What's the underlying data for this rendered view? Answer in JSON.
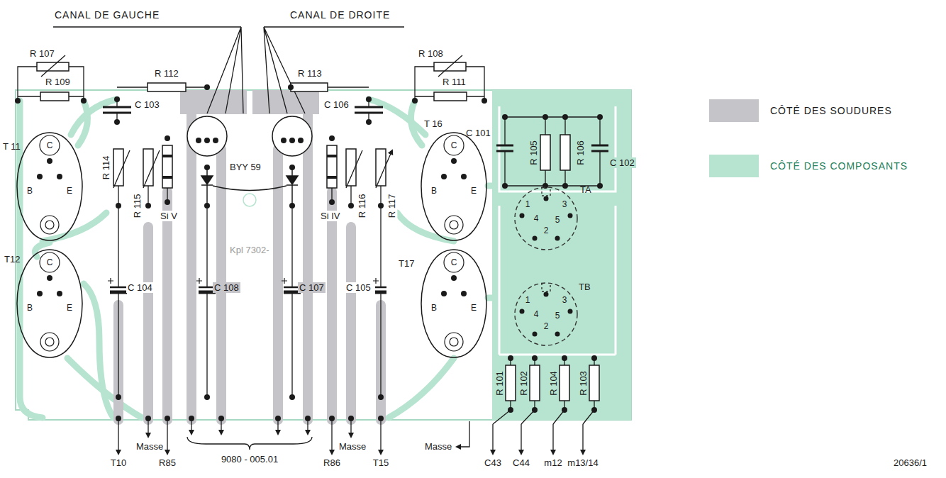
{
  "diagram": {
    "nodes": [
      {
        "text": [
          "T 11",
          "C",
          "B",
          "E"
        ]
      },
      {
        "text": [
          "T12",
          "C",
          "B",
          "E"
        ]
      },
      {
        "text": [
          "T 16",
          "C",
          "B",
          "E"
        ]
      },
      {
        "text": [
          "T17",
          "C",
          "B",
          "E"
        ]
      },
      {
        "text": [
          "TA",
          "1",
          "3",
          "4",
          "5",
          "2"
        ]
      },
      {
        "text": [
          "TB",
          "1",
          "3",
          "4",
          "5",
          "2"
        ]
      }
    ],
    "labels": [
      "CANAL DE GAUCHE",
      "CANAL DE DROITE",
      "R 107",
      "R 109",
      "R 112",
      "C 103",
      "R 113",
      "C 106",
      "R 108",
      "R 111",
      "C 101",
      "R 105",
      "R 106",
      "C 102",
      "R 114",
      "R 115",
      "Si V",
      "BYY 59",
      "Si IV",
      "R 116",
      "R 117",
      "C 104",
      "C 108",
      "C 107",
      "C 105",
      "Kpl 7302-",
      "R 101",
      "R 102",
      "R 104",
      "R 103",
      "T10",
      "Masse",
      "R85",
      "9080 - 005.01",
      "R86",
      "Masse",
      "T15",
      "Masse",
      "C43",
      "C44",
      "m12",
      "m13/14",
      "20636/1"
    ],
    "legend": [
      {
        "text": "CÔTÉ DES SOUDURES",
        "color": "#c4c4c9"
      },
      {
        "text": "CÔTÉ DES COMPOSANTS",
        "color": "#b7e4d0"
      }
    ]
  }
}
